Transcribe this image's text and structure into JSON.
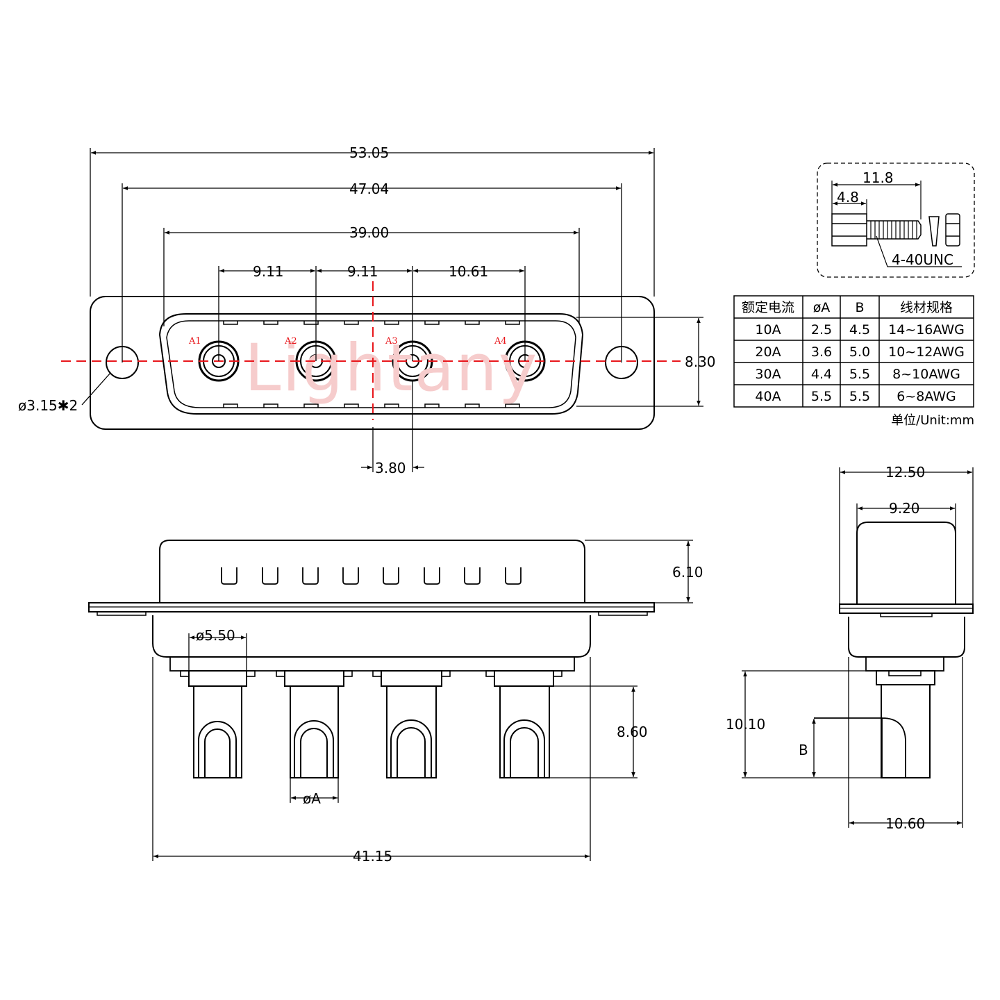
{
  "front_view": {
    "dims": {
      "overall_width": "53.05",
      "mount_hole_pitch": "47.04",
      "shell_width": "39.00",
      "pitch_a1_a2": "9.11",
      "pitch_a2_a3": "9.11",
      "pitch_a3_a4": "10.61",
      "offset": "3.80",
      "height": "8.30",
      "mount_hole_dia": "ø3.15✱2"
    },
    "pins": [
      "A1",
      "A2",
      "A3",
      "A4"
    ],
    "watermark": "Lightany"
  },
  "screw_detail": {
    "length": "11.8",
    "hex_length": "4.8",
    "thread": "4-40UNC"
  },
  "spec_table": {
    "headers": [
      "额定电流",
      "øA",
      "B",
      "线材规格"
    ],
    "rows": [
      [
        "10A",
        "2.5",
        "4.5",
        "14~16AWG"
      ],
      [
        "20A",
        "3.6",
        "5.0",
        "10~12AWG"
      ],
      [
        "30A",
        "4.4",
        "5.5",
        "8~10AWG"
      ],
      [
        "40A",
        "5.5",
        "5.5",
        "6~8AWG"
      ]
    ],
    "unit": "单位/Unit:mm"
  },
  "bottom_view": {
    "dims": {
      "shell_height": "6.10",
      "contact_dia": "ø5.50",
      "cup_height": "8.60",
      "cup_dia": "øA",
      "body_width": "41.15"
    }
  },
  "side_view": {
    "dims": {
      "flange_width": "12.50",
      "shell_width": "9.20",
      "overall_depth": "10.10",
      "cup_b": "B",
      "base_width": "10.60"
    }
  },
  "colors": {
    "line": "#000000",
    "centerline": "#e8161b",
    "watermark": "#f6cccc"
  }
}
